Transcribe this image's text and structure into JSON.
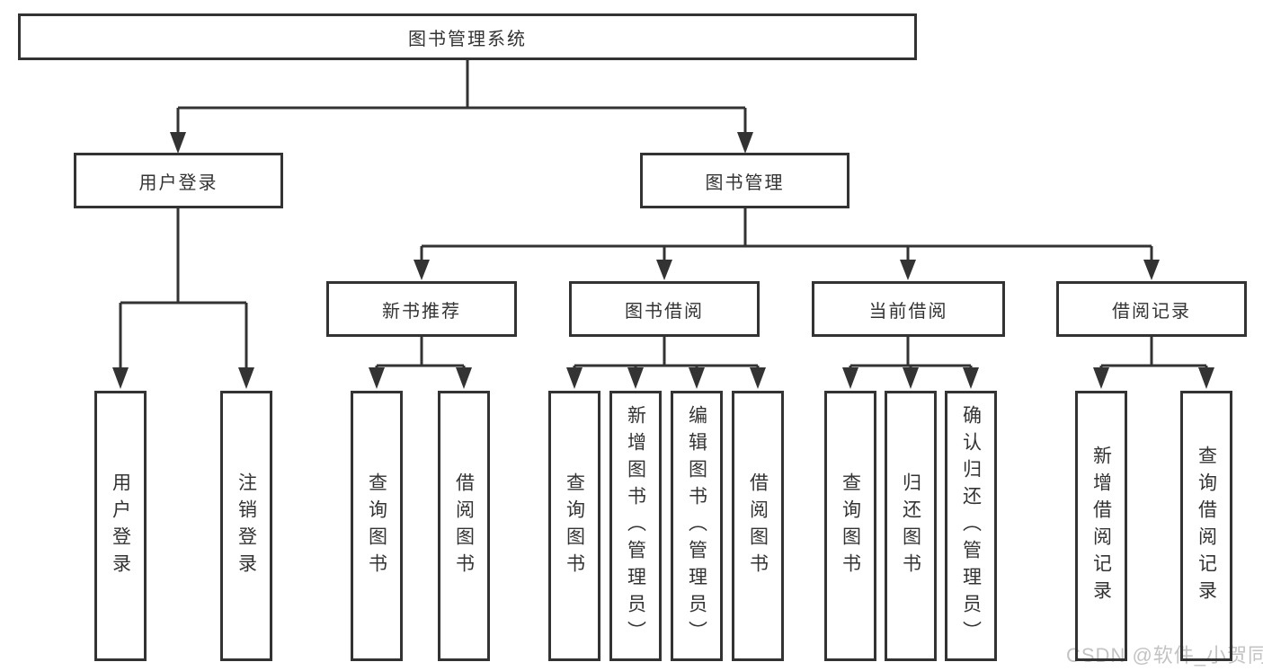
{
  "tree": {
    "root": "图书管理系统",
    "branches": [
      {
        "label": "用户登录",
        "leaves": [
          "用户登录",
          "注销登录"
        ]
      },
      {
        "label": "图书管理",
        "children": [
          {
            "label": "新书推荐",
            "leaves": [
              "查询图书",
              "借阅图书"
            ]
          },
          {
            "label": "图书借阅",
            "leaves": [
              "查询图书",
              "新增图书（管理员）",
              "编辑图书（管理员）",
              "借阅图书"
            ]
          },
          {
            "label": "当前借阅",
            "leaves": [
              "查询图书",
              "归还图书",
              "确认归还（管理员）"
            ]
          },
          {
            "label": "借阅记录",
            "leaves": [
              "新增借阅记录",
              "查询借阅记录"
            ]
          }
        ]
      }
    ]
  },
  "watermark": {
    "text": "CSDN @软件_小贺同学"
  },
  "colors": {
    "line": "#333333",
    "box_border": "#333333",
    "box_fill": "#ffffff",
    "text": "#333333",
    "watermark": "#c3c3c3",
    "background": "#ffffff"
  }
}
